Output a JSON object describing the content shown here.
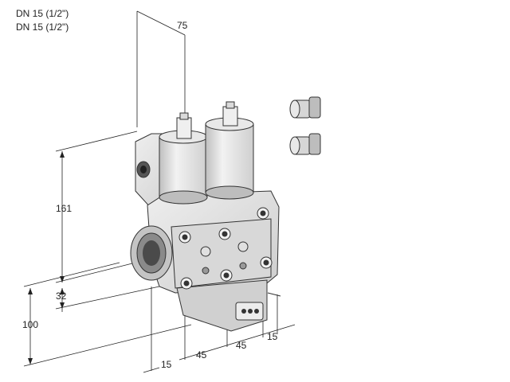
{
  "header": {
    "line1": "DN 15 (1/2\")",
    "line2": "DN 15 (1/2\")"
  },
  "dimensions": {
    "d75": "75",
    "d161": "161",
    "d32": "32",
    "d100": "100",
    "d15_bottom": "15",
    "d45_left": "45",
    "d45_right": "45",
    "d15_right": "15"
  },
  "colors": {
    "body": "#e3e3e3",
    "body_shade": "#c9c9c9",
    "body_dark": "#9a9a9a",
    "line": "#222222"
  }
}
